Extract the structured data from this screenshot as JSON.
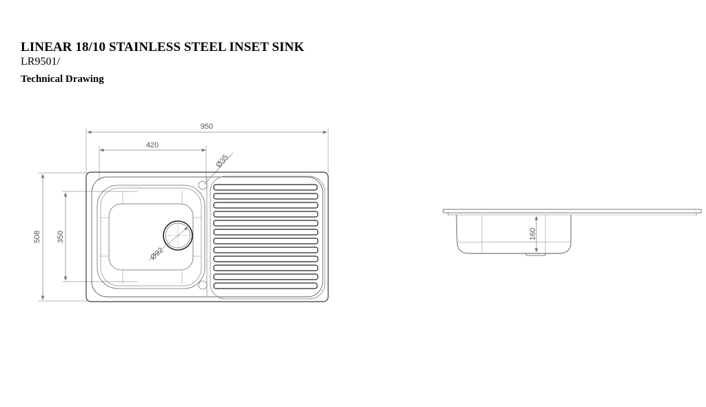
{
  "header": {
    "title": "LINEAR 18/10 STAINLESS STEEL INSET SINK",
    "product_code": "LR9501/",
    "subtitle": "Technical Drawing"
  },
  "plan_view": {
    "dimensions": {
      "overall_width": "950",
      "bowl_width": "420",
      "overall_depth": "508",
      "bowl_depth": "350",
      "tap_hole_diameter": "Ø35",
      "waste_diameter": "Ø92"
    },
    "drainer_grooves": 12
  },
  "side_view": {
    "dimensions": {
      "bowl_height": "160"
    }
  },
  "colors": {
    "line": "#3a3a3a",
    "dimension_line": "#8a8a8a",
    "dimension_text": "#555555"
  }
}
